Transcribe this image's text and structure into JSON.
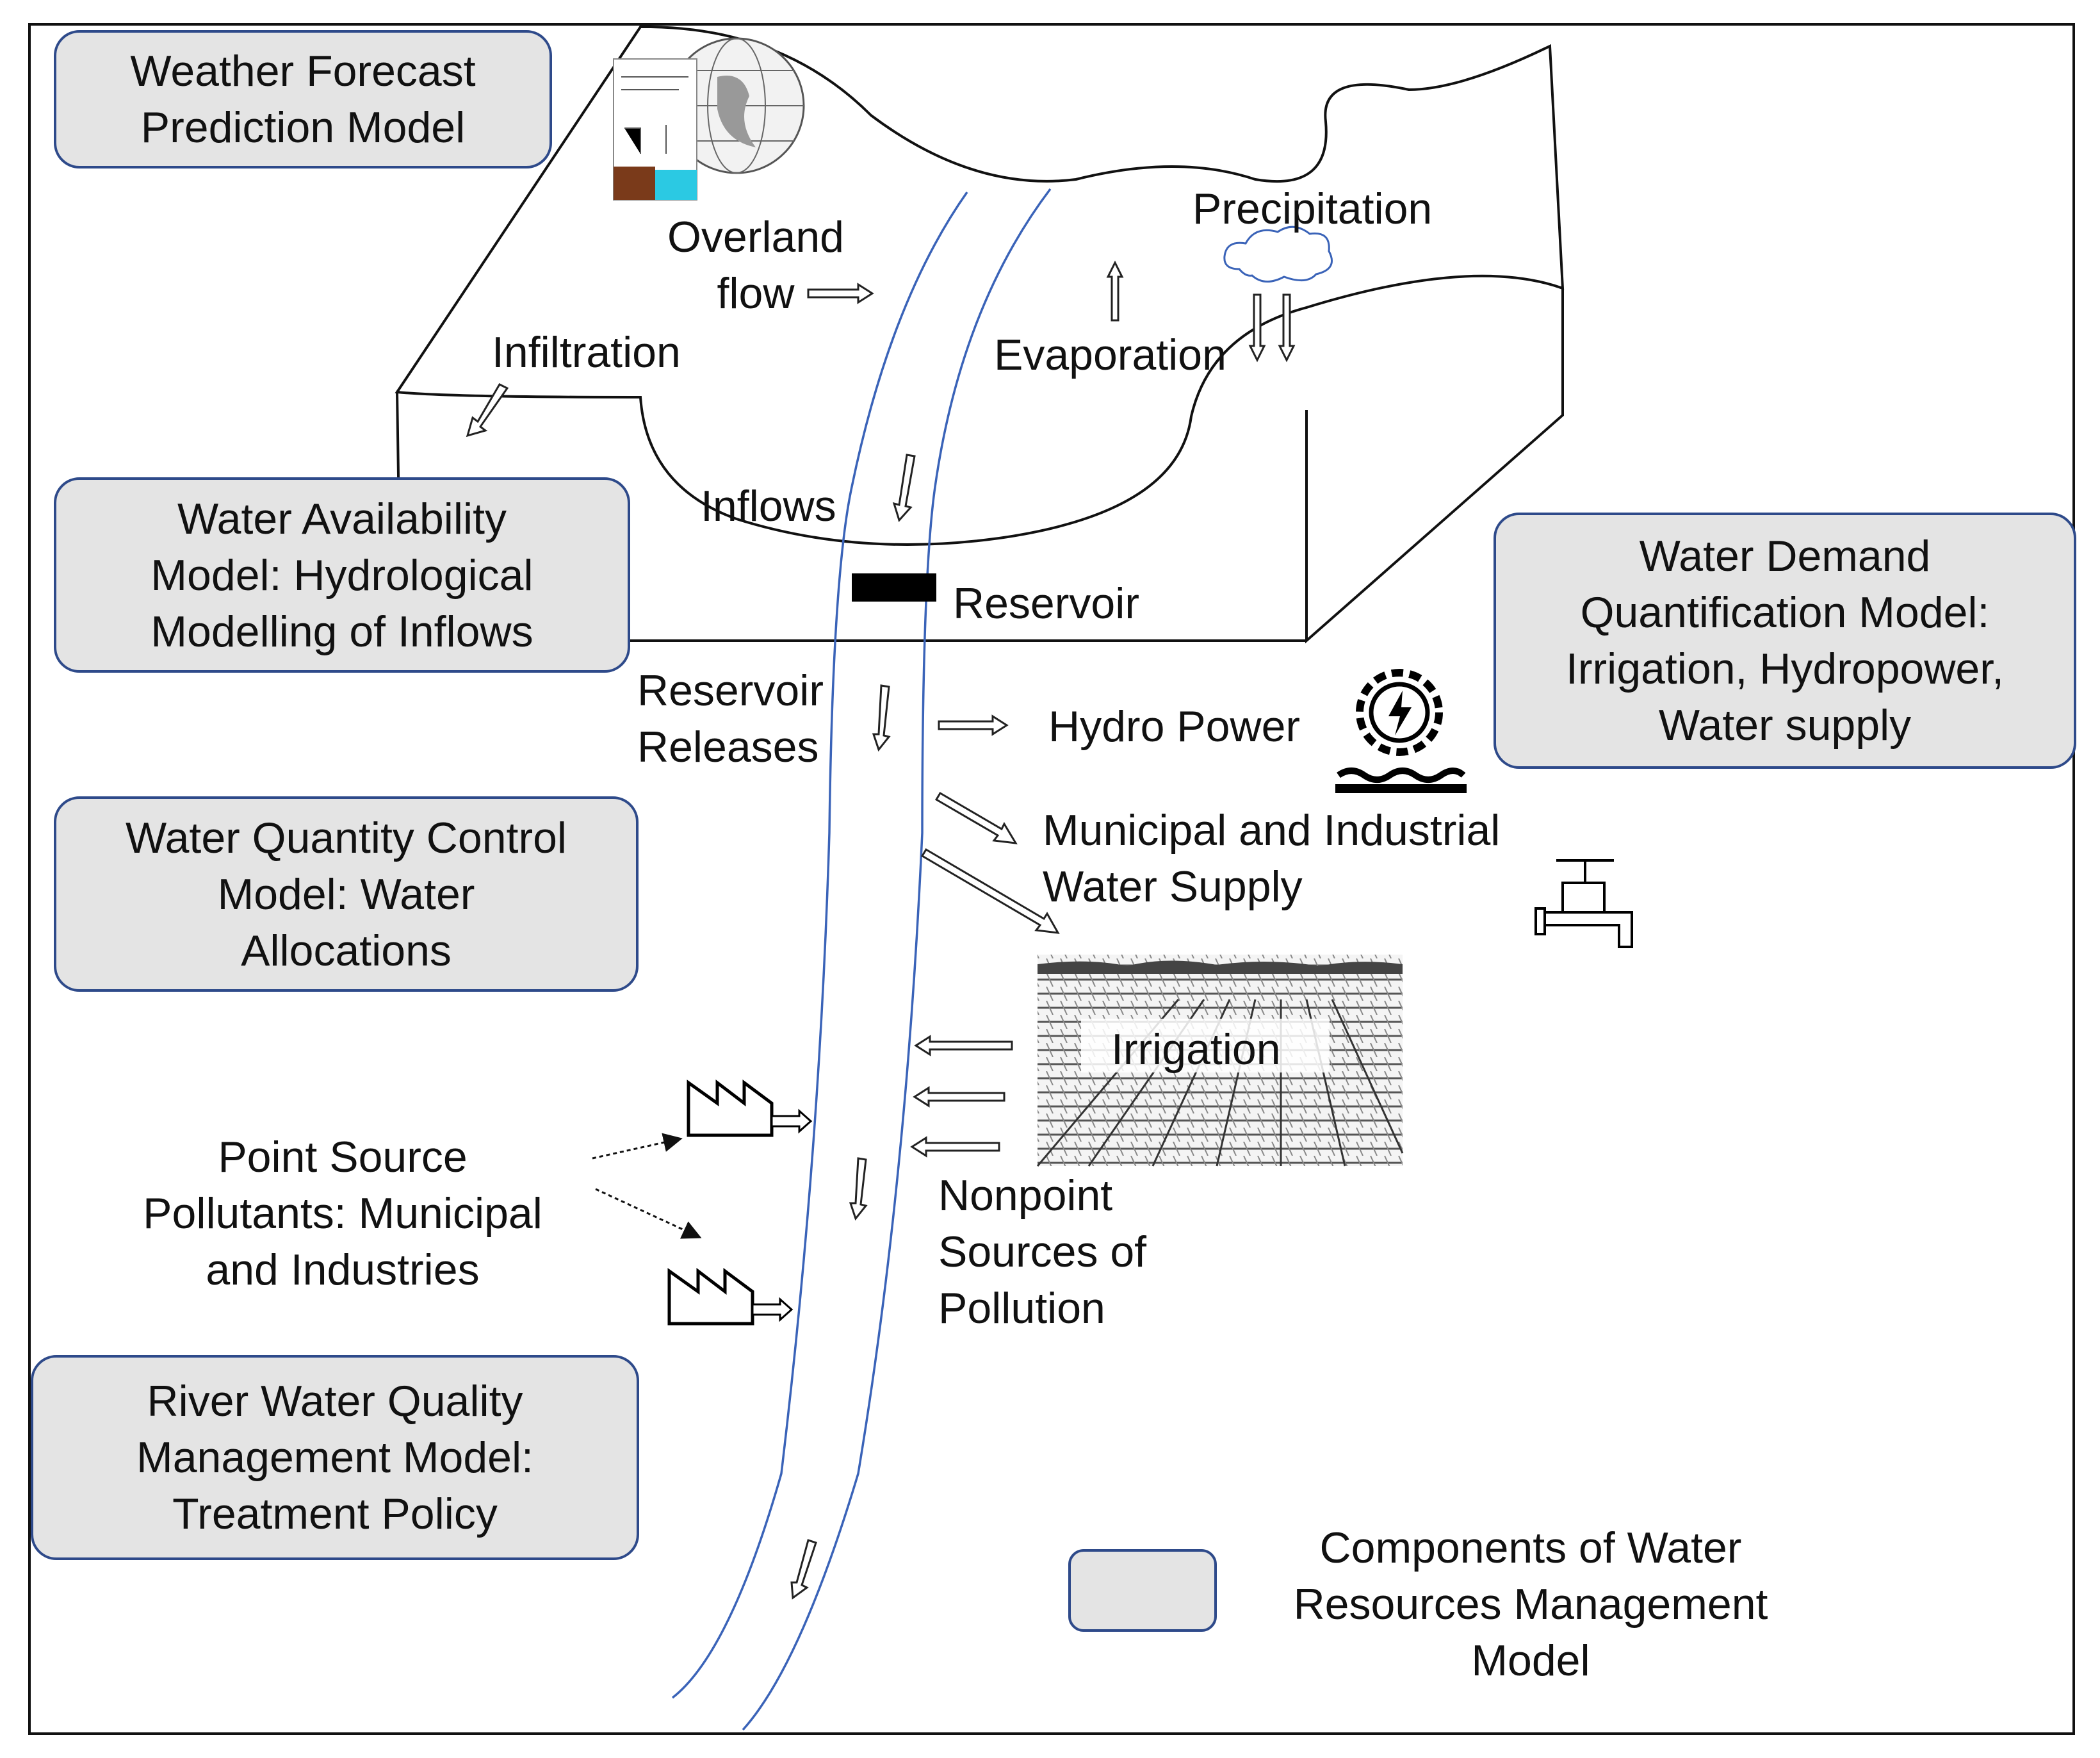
{
  "colors": {
    "box_fill": "#e4e4e4",
    "box_border": "#2e4a8a",
    "river": "#3a63b8",
    "line": "#111111"
  },
  "components": {
    "weather": "Weather Forecast\nPrediction Model",
    "availability": "Water Availability\nModel: Hydrological\nModelling of Inflows",
    "quantity": "Water Quantity  Control\nModel: Water\nAllocations",
    "quality": "River Water Quality\nManagement Model:\nTreatment  Policy",
    "demand": "Water Demand\nQuantification Model:\nIrrigation, Hydropower,\nWater supply"
  },
  "labels": {
    "overland": "Overland\nflow",
    "infiltration": "Infiltration",
    "precipitation": "Precipitation",
    "evaporation": "Evaporation",
    "inflows": "Inflows",
    "reservoir": "Reservoir",
    "releases": "Reservoir\nReleases",
    "hydropower": "Hydro Power",
    "municipal": "Municipal and Industrial\nWater Supply",
    "irrigation": "Irrigation",
    "nonpoint": "Nonpoint\nSources of\nPollution",
    "pointsource": "Point Source\nPollutants:  Municipal\nand Industries"
  },
  "legend": {
    "text": "Components of  Water\nResources Management\nModel"
  },
  "icons": [
    "globe-icon",
    "cloud-icon",
    "hydropower-icon",
    "water-tap-icon",
    "factory-icon",
    "irrigation-field-image"
  ]
}
